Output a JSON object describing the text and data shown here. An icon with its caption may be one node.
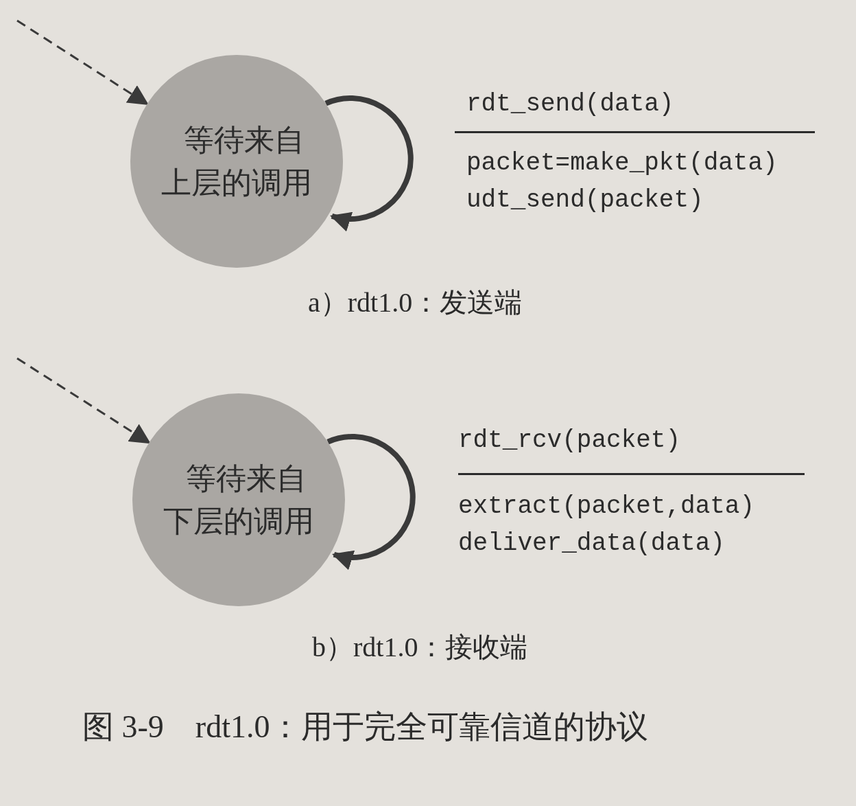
{
  "diagram": {
    "caption": "图 3-9　rdt1.0：用于完全可靠信道的协议",
    "nodes": [
      {
        "text": [
          "等待来自上层的调用"
        ]
      },
      {
        "text": [
          "等待来自下层的调用"
        ]
      }
    ],
    "edges": [
      {
        "from": null,
        "to": 0,
        "arrow": "to",
        "style": "dashed"
      },
      {
        "from": 0,
        "to": 0,
        "arrow": "to",
        "style": "thick"
      },
      {
        "from": null,
        "to": 1,
        "arrow": "to",
        "style": "dashed"
      },
      {
        "from": 1,
        "to": 1,
        "arrow": "to",
        "style": "thick"
      }
    ],
    "labels": [
      "rdt_send(data)",
      "packet=make_pkt(data)",
      "udt_send(packet)",
      "a）rdt1.0：发送端",
      "rdt_rcv(packet)",
      "extract(packet,data)",
      "deliver_data(data)",
      "b）rdt1.0：接收端"
    ]
  }
}
